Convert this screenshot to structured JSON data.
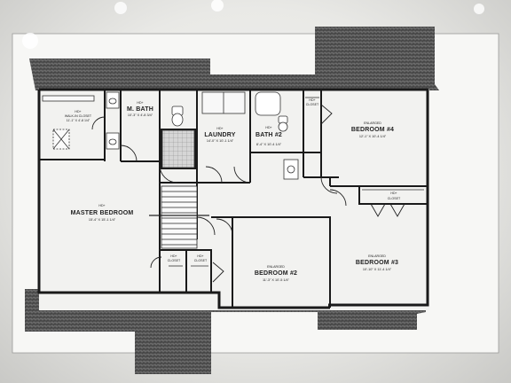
{
  "plan": {
    "rooms": [
      {
        "key": "master_bedroom",
        "ceiling": "HD+",
        "name": "MASTER BEDROOM",
        "dims": "15'-4\" X 15'-1 1/4\""
      },
      {
        "key": "walk_in_closet",
        "ceiling": "HD+",
        "name": "WALK-IN CLOSET",
        "dims": "11'-1\" X 4'-8 1/4\""
      },
      {
        "key": "m_bath",
        "ceiling": "HD+",
        "name": "M. BATH",
        "dims": "10'-3\" X 4'-8 3/4\""
      },
      {
        "key": "laundry",
        "ceiling": "HD+",
        "name": "LAUNDRY",
        "dims": "14'-0\" X 10'-1 1/4\""
      },
      {
        "key": "bath_2",
        "ceiling": "HD+",
        "name": "BATH #2",
        "dims": "8'-4\" X 10'-4 1/4\""
      },
      {
        "key": "closet_top",
        "ceiling": "HD+",
        "name": "CLOSET",
        "dims": ""
      },
      {
        "key": "bedroom_4",
        "ceiling": "ENLARGED",
        "name": "BEDROOM #4",
        "dims": "12'-1\" X 10'-4 1/4\""
      },
      {
        "key": "closet_right",
        "ceiling": "HD+",
        "name": "CLOSET",
        "dims": ""
      },
      {
        "key": "bedroom_3",
        "ceiling": "ENLARGED",
        "name": "BEDROOM #3",
        "dims": "10'-10\" X 11'-4 1/4\""
      },
      {
        "key": "bedroom_2",
        "ceiling": "ENLARGED",
        "name": "BEDROOM #2",
        "dims": "11'-3\" X 10'-5 1/4\""
      },
      {
        "key": "closet_a",
        "ceiling": "HD+",
        "name": "CLOSET",
        "dims": ""
      },
      {
        "key": "closet_b",
        "ceiling": "HD+",
        "name": "CLOSET",
        "dims": ""
      }
    ]
  }
}
